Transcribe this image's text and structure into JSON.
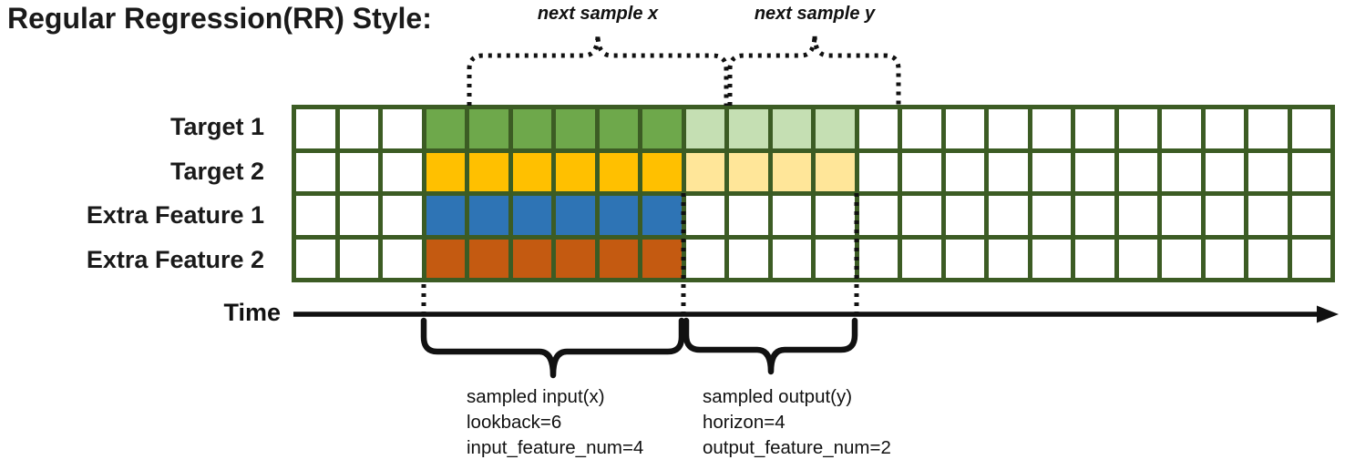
{
  "title": "Regular Regression(RR) Style:",
  "annotations": {
    "next_sample_x": "next sample x",
    "next_sample_y": "next sample y"
  },
  "time_axis": {
    "label": "Time"
  },
  "palette": {
    "green": "#6ea84b",
    "light_green": "#c5dfb3",
    "gold": "#ffc000",
    "light_gold": "#ffe699",
    "blue": "#2e74b5",
    "orange": "#c45a11",
    "empty": "#ffffff",
    "grid_border": "#3c5c24",
    "annotation": "#111111"
  },
  "grid": {
    "columns": 24,
    "rows": [
      {
        "label": "Target 1",
        "cells": [
          "empty",
          "empty",
          "empty",
          "green",
          "green",
          "green",
          "green",
          "green",
          "green",
          "light_green",
          "light_green",
          "light_green",
          "light_green",
          "empty",
          "empty",
          "empty",
          "empty",
          "empty",
          "empty",
          "empty",
          "empty",
          "empty",
          "empty",
          "empty"
        ]
      },
      {
        "label": "Target 2",
        "cells": [
          "empty",
          "empty",
          "empty",
          "gold",
          "gold",
          "gold",
          "gold",
          "gold",
          "gold",
          "light_gold",
          "light_gold",
          "light_gold",
          "light_gold",
          "empty",
          "empty",
          "empty",
          "empty",
          "empty",
          "empty",
          "empty",
          "empty",
          "empty",
          "empty",
          "empty"
        ]
      },
      {
        "label": "Extra Feature 1",
        "cells": [
          "empty",
          "empty",
          "empty",
          "blue",
          "blue",
          "blue",
          "blue",
          "blue",
          "blue",
          "empty",
          "empty",
          "empty",
          "empty",
          "empty",
          "empty",
          "empty",
          "empty",
          "empty",
          "empty",
          "empty",
          "empty",
          "empty",
          "empty",
          "empty"
        ]
      },
      {
        "label": "Extra Feature 2",
        "cells": [
          "empty",
          "empty",
          "empty",
          "orange",
          "orange",
          "orange",
          "orange",
          "orange",
          "orange",
          "empty",
          "empty",
          "empty",
          "empty",
          "empty",
          "empty",
          "empty",
          "empty",
          "empty",
          "empty",
          "empty",
          "empty",
          "empty",
          "empty",
          "empty"
        ]
      }
    ]
  },
  "sample_input": {
    "lines": [
      "sampled input(x)",
      "lookback=6",
      "input_feature_num=4"
    ]
  },
  "sample_output": {
    "lines": [
      "sampled output(y)",
      "horizon=4",
      "output_feature_num=2"
    ]
  }
}
